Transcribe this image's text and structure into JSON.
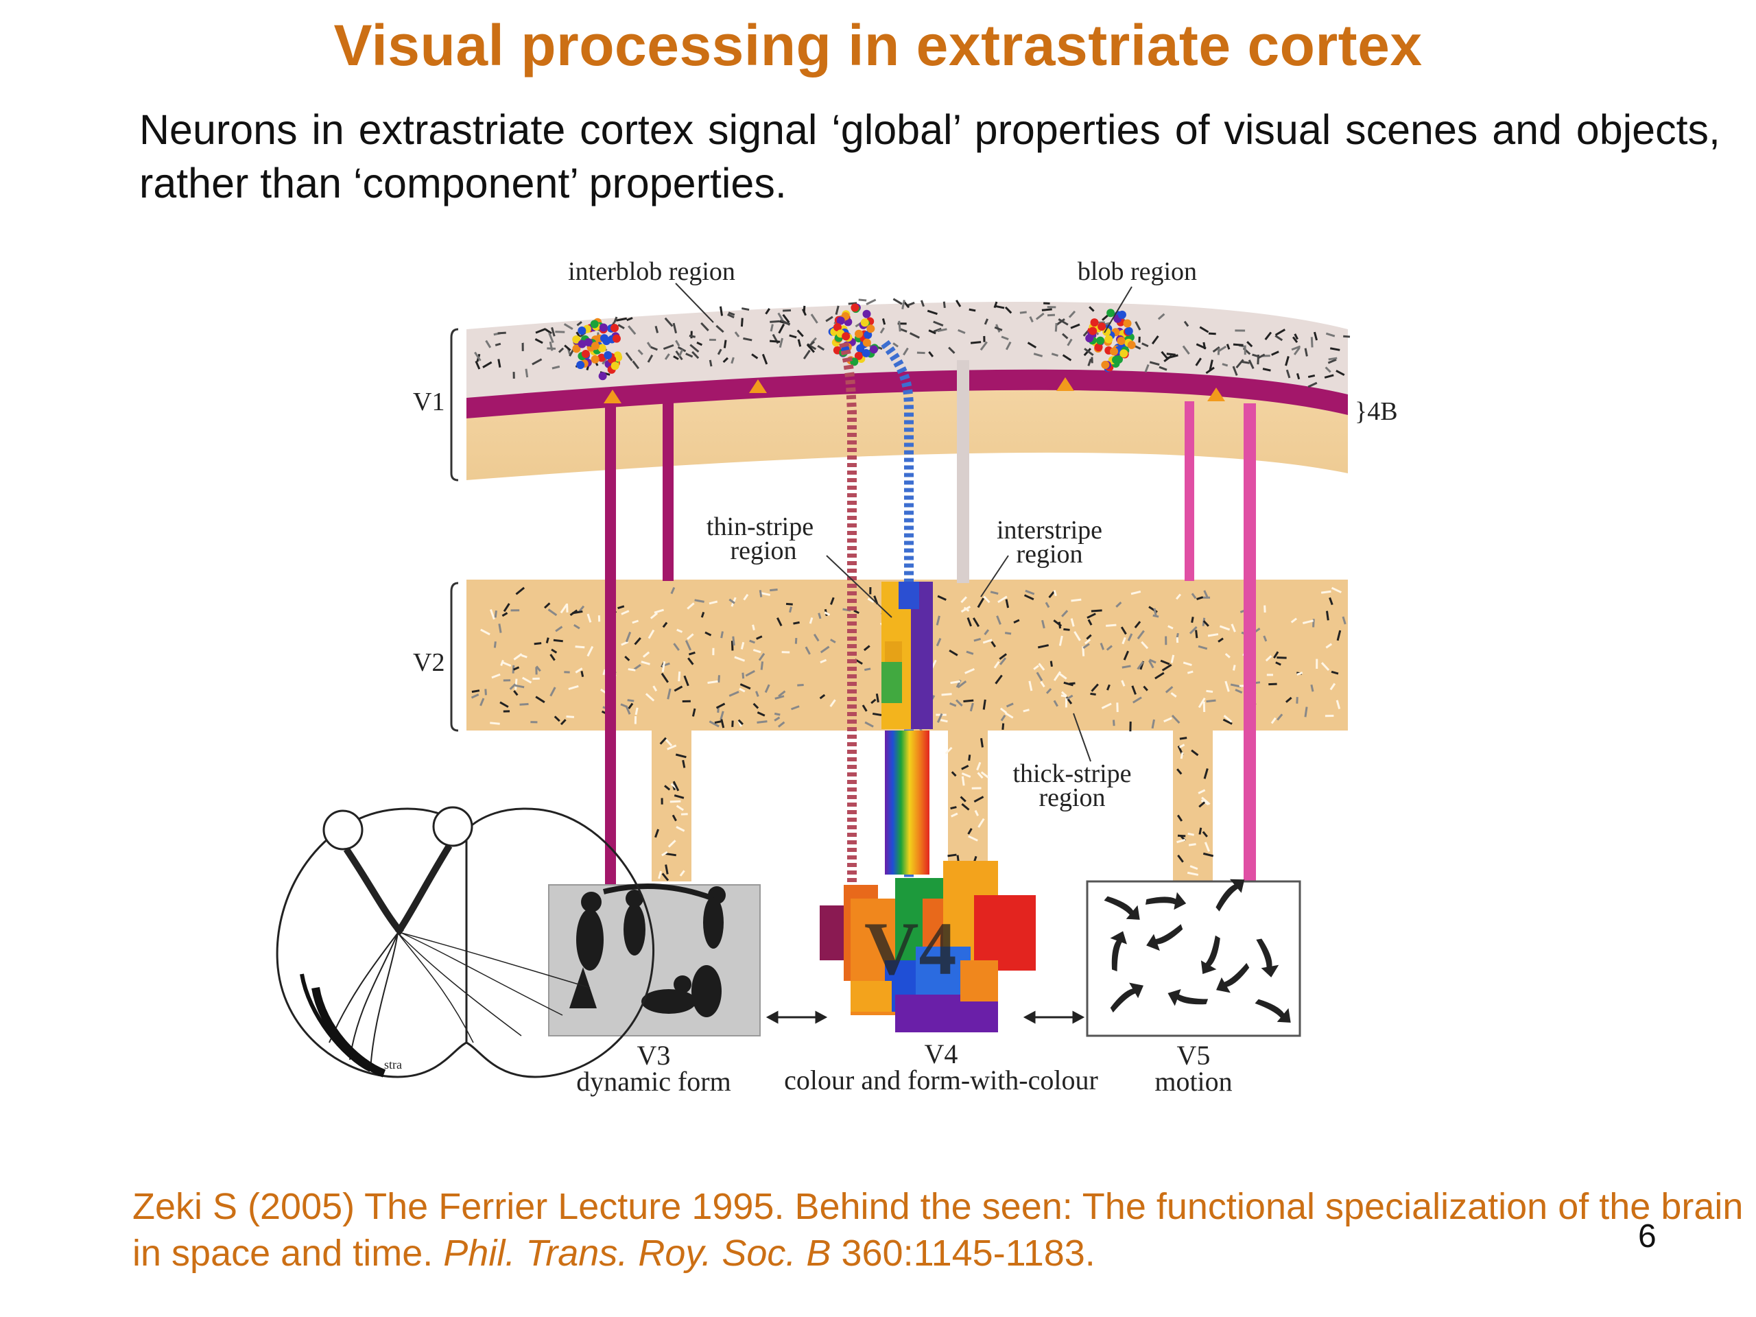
{
  "slide": {
    "title": "Visual processing in extrastriate cortex",
    "intro": "Neurons in extrastriate cortex signal ‘global’ properties of visual scenes and objects, rather than ‘component’ properties.",
    "page_number": "6"
  },
  "diagram": {
    "labels": {
      "interblob": "interblob region",
      "blob": "blob region",
      "v1": "V1",
      "layer_4b": "}4B",
      "thin_stripe_1": "thin-stripe",
      "thin_stripe_2": "region",
      "interstripe_1": "interstripe",
      "interstripe_2": "region",
      "v2": "V2",
      "thick_stripe_1": "thick-stripe",
      "thick_stripe_2": "region",
      "v4_box": "V4",
      "brain_strip": "stra"
    },
    "areas": [
      {
        "name": "V3",
        "function": "dynamic form"
      },
      {
        "name": "V4",
        "function": "colour and form-with-colour"
      },
      {
        "name": "V5",
        "function": "motion"
      }
    ],
    "colors": {
      "v1_band": "#ece3e0",
      "v1_lower": "#f3cf98",
      "layer_4b": "#a3176a",
      "v2_band": "#efc88e",
      "magenta_path": "#a3176a",
      "pink_path": "#e04fa4"
    }
  },
  "citation": {
    "authors_year": "Zeki S (2005) The Ferrier Lecture 1995. Behind the seen: The functional specialization of the brain in space and time.",
    "journal": "Phil. Trans. Roy. Soc. B",
    "volume_pages": "360:1145-1183."
  }
}
